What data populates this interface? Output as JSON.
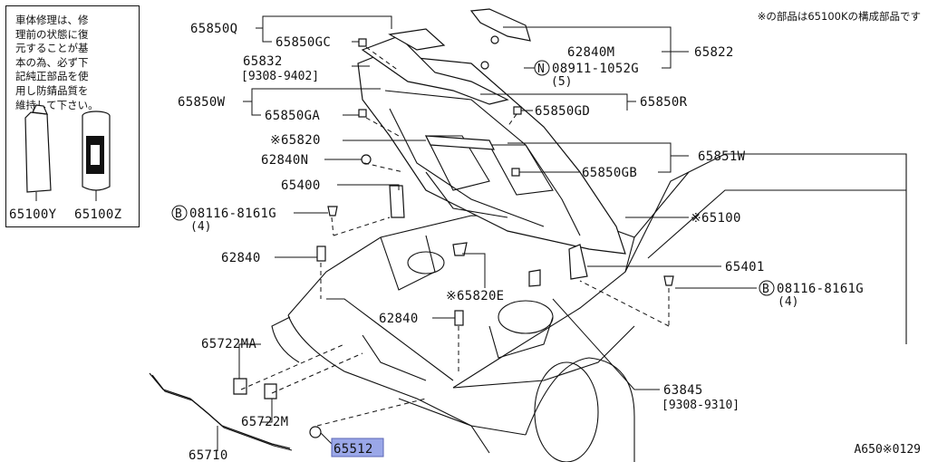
{
  "header_note": "※の部品は65100Kの構成部品です",
  "reference_code": "A650※0129",
  "note_box": {
    "lines": [
      "車体修理は、修",
      "理前の状態に復",
      "元することが基",
      "本の為、必ず下",
      "記純正部品を使",
      "用し防錆品質を",
      "維持して下さい。"
    ],
    "left_part": "65100Y",
    "right_part": "65100Z"
  },
  "labels": {
    "p65850Q": "65850Q",
    "p65850GC": "65850GC",
    "p65832": "65832",
    "p65832_date": "[9308-9402]",
    "p65850W": "65850W",
    "p65850GA": "65850GA",
    "p65820": "※65820",
    "p62840N": "62840N",
    "p65400": "65400",
    "p08116_left": "08116-8161G",
    "p08116_left_qty": "(4)",
    "p62840_a": "62840",
    "p65722MA": "65722MA",
    "p65722M": "65722M",
    "p65710": "65710",
    "p65512": "65512",
    "p62840M": "62840M",
    "p65822": "65822",
    "p08911": "08911-1052G",
    "p08911_qty": "(5)",
    "p65850GD": "65850GD",
    "p65850R": "65850R",
    "p65851W": "65851W",
    "p65850GB": "65850GB",
    "p65100": "※65100",
    "p65401": "65401",
    "p08116_right": "08116-8161G",
    "p08116_right_qty": "(4)",
    "p65820E": "※65820E",
    "p62840_b": "62840",
    "p63845": "63845",
    "p63845_date": "[9308-9310]"
  },
  "circle_letters": {
    "bolt_left": "B",
    "bolt_right": "B",
    "nut": "N"
  },
  "highlight_color": "#9aa7e8"
}
